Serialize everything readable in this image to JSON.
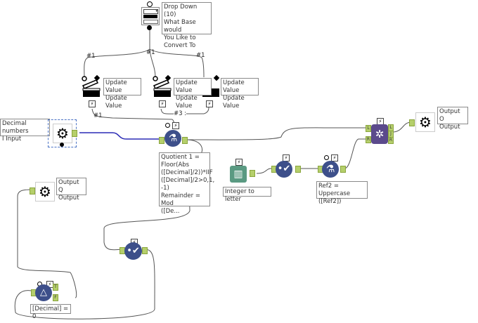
{
  "app": "Workflow Canvas",
  "colors": {
    "tool_blue": "#3d4f8a",
    "join_purple": "#5b4a8c",
    "book_green": "#5a9a82",
    "port_green": "#b5cf6b",
    "selected_connection": "#2b2bb5",
    "connection": "#555555"
  },
  "tools": {
    "dropdown": {
      "icon": "dropdown-icon",
      "annotation": "Drop Down (10)\nWhat Base would\nYou Like to\nConvert To"
    },
    "update1": {
      "icon": "clapper-icon",
      "annotation": "Update Value\nUpdate Value"
    },
    "update2": {
      "icon": "clapper-icon",
      "annotation": "Update Value\nUpdate Value"
    },
    "update3": {
      "icon": "clapper-icon",
      "annotation": "Update Value\nUpdate Value"
    },
    "macro_input": {
      "icon": "macro-input-icon",
      "annotation": "Decimal numbers\nI Input"
    },
    "formula1": {
      "icon": "formula-flask-icon",
      "annotation": "Quotient 1 =\nFloor(Abs\n([Decimal]/2))*IIF\n([Decimal]/2>0,1,\n-1)\nRemainder = Mod\n([De..."
    },
    "select1": {
      "icon": "select-check-icon"
    },
    "filter": {
      "icon": "filter-icon",
      "annotation": "[Decimal] = 0",
      "ports": [
        "T",
        "F"
      ]
    },
    "output_q": {
      "icon": "macro-output-icon",
      "annotation": "Output\nQ Output"
    },
    "text_input": {
      "icon": "book-icon",
      "annotation": "Integer to letter"
    },
    "select2": {
      "icon": "select-check-icon"
    },
    "formula2": {
      "icon": "formula-flask-icon",
      "annotation": "Ref2 = Uppercase\n([Ref2])"
    },
    "join": {
      "icon": "join-icon",
      "input_ports": [
        "L",
        "R"
      ],
      "output_ports": [
        "L",
        "J",
        "R"
      ]
    },
    "output_o": {
      "icon": "macro-output-icon",
      "annotation": "Output\nO Output"
    }
  },
  "connection_labels": {
    "c1": "#1",
    "c2": "#1",
    "c3": "#1",
    "c4": "#1",
    "c5": "#3 :"
  },
  "bolt_glyph": "⚡"
}
